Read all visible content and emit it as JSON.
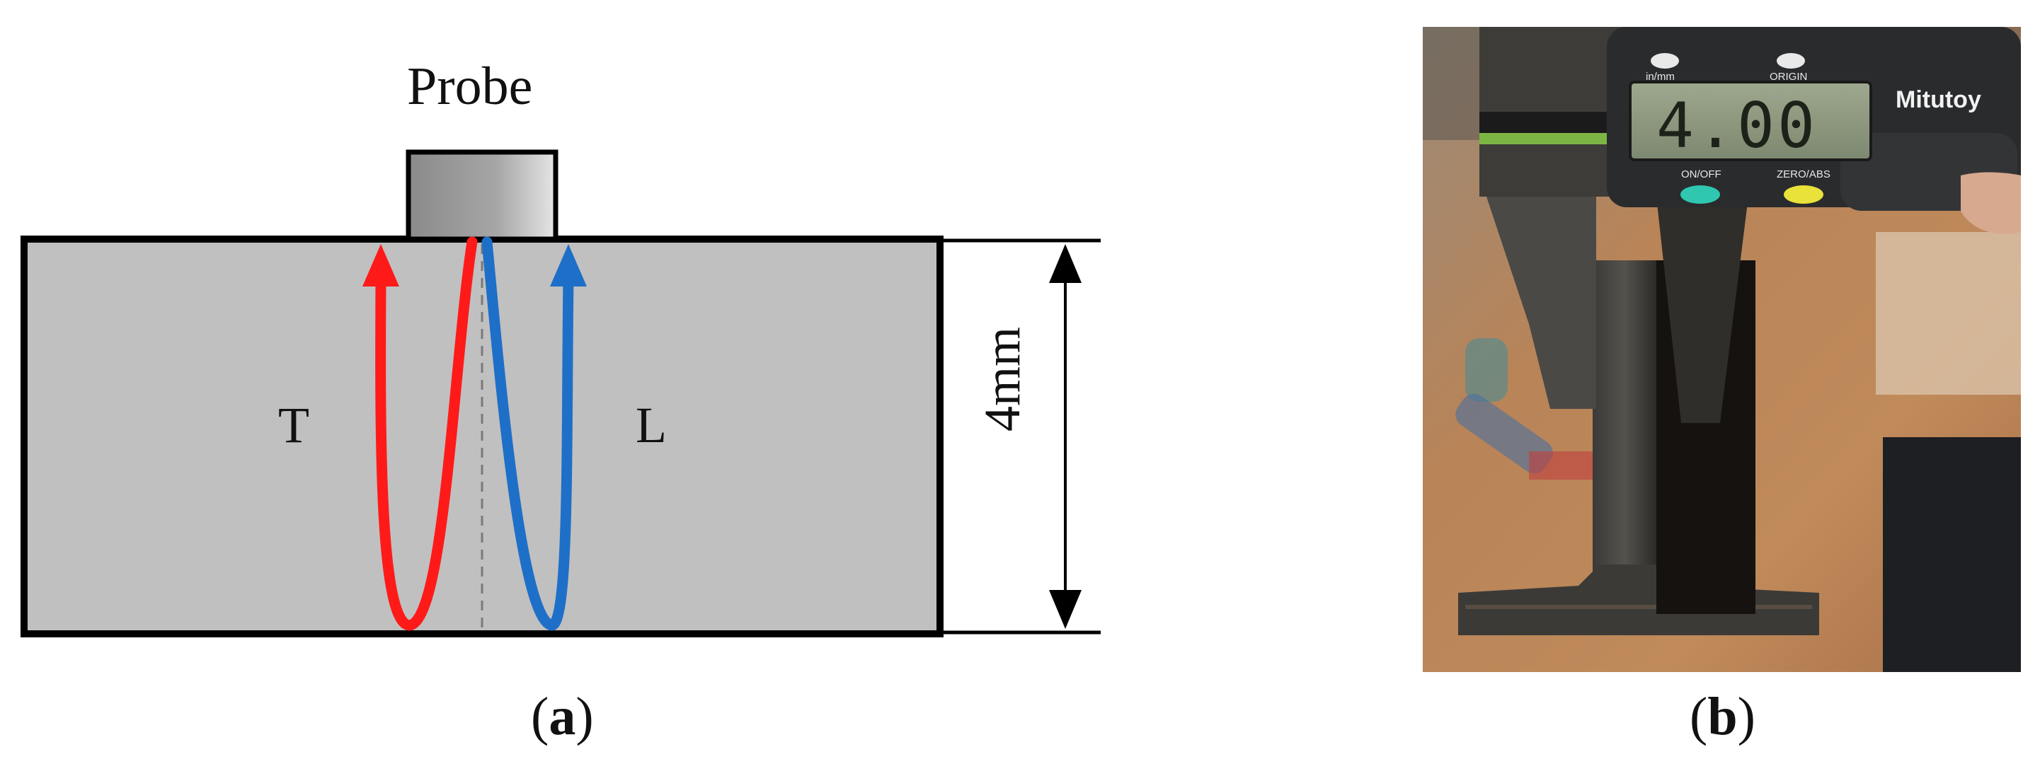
{
  "diagram": {
    "probe_label": "Probe",
    "wave_t_label": "T",
    "wave_l_label": "L",
    "thickness_label": "4mm",
    "caption_a": "a",
    "caption_b": "b",
    "colors": {
      "specimen_fill": "#c0c0c0",
      "outline": "#000000",
      "wave_t": "#ff1a1a",
      "wave_l": "#1e6fc8",
      "centerline": "#7a7a7a"
    }
  },
  "photo": {
    "caliper_reading": "4.00",
    "brand": "Mitutoy",
    "btn_inch_mm": "in/mm",
    "btn_origin": "ORIGIN",
    "btn_on_off": "ON/OFF",
    "btn_zero_abs": "ZERO/ABS",
    "colors": {
      "on_off_button": "#2fc7b0",
      "zero_abs_button": "#e8e23a",
      "background": "#b07850"
    }
  }
}
